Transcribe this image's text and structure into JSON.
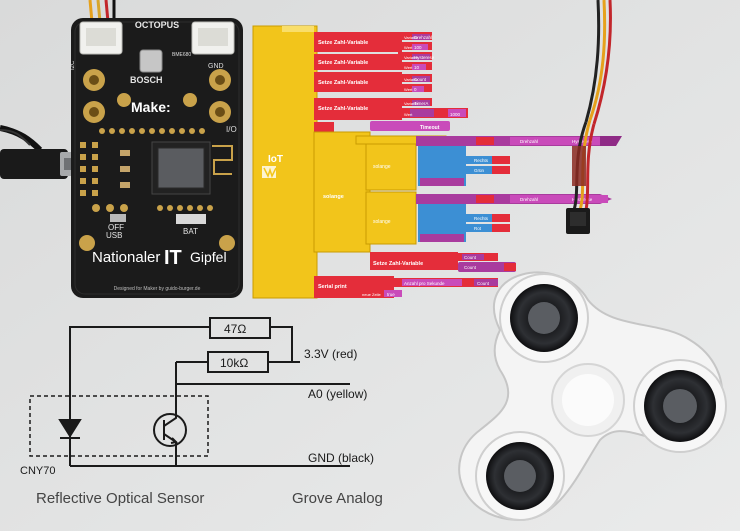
{
  "board": {
    "name": "OCTOPUS",
    "brand": "BOSCH",
    "make_label": "Make:",
    "usb_label": "USB",
    "off_label": "OFF",
    "bat_label": "BAT",
    "gnd_label": "GND",
    "io_label": "I/O",
    "i2c_label": "I2C",
    "bme_label": "BME680",
    "footer_left": "Nationaler",
    "footer_it": "IT",
    "footer_right": "Gipfel",
    "fine_print": "Designed for Maker by guido-burger.de"
  },
  "blocks": {
    "iot_label": "IoT",
    "rows": [
      {
        "label": "Setze Zahl-Variable",
        "key": "Variable",
        "name": "Drehzahl"
      },
      {
        "label": "",
        "key": "Wert",
        "name": "100"
      },
      {
        "label": "Setze Zahl-Variable",
        "key": "Variable",
        "name": "Hysterese"
      },
      {
        "label": "",
        "key": "Wert",
        "name": "10"
      },
      {
        "label": "Setze Zahl-Variable",
        "key": "Variable",
        "name": "Count"
      },
      {
        "label": "",
        "key": "Wert",
        "name": "0"
      },
      {
        "label": "Setze Zahl-Variable",
        "key": "Variable",
        "name": "TimerA"
      },
      {
        "label": "",
        "key": "Wert",
        "name": "1000"
      }
    ],
    "timeout_label": "Timeout",
    "while_label": "solange",
    "condition_labels": [
      "Drehzahl",
      "Hysterese",
      "Drehzahl",
      "Hysterese"
    ],
    "pin_labels": [
      "Rechts",
      "Grün",
      "Rechts",
      "Rot"
    ],
    "set_count_label": "Setze Zahl-Variable",
    "count_label": "Count",
    "serial_label": "Serial print",
    "serial_text": "Anzahl pro Sekunde",
    "serial_var": "Count",
    "newline_label": "neue Zeile",
    "true_label": "true"
  },
  "schematic": {
    "r1": "47Ω",
    "r2": "10kΩ",
    "vcc": "3.3V (red)",
    "a0": "A0 (yellow)",
    "gnd": "GND (black)",
    "part": "CNY70",
    "caption_left": "Reflective Optical Sensor",
    "caption_right": "Grove Analog"
  },
  "colors": {
    "background": "#e4e5e5",
    "pcb": "#1b1b1b",
    "gold": "#c9a24a",
    "block_red": "#e42d3a",
    "block_yellow": "#f2c51b",
    "block_blue": "#3c8fd4",
    "block_purple": "#a93b9e",
    "spinner": "#f4f4f4"
  }
}
